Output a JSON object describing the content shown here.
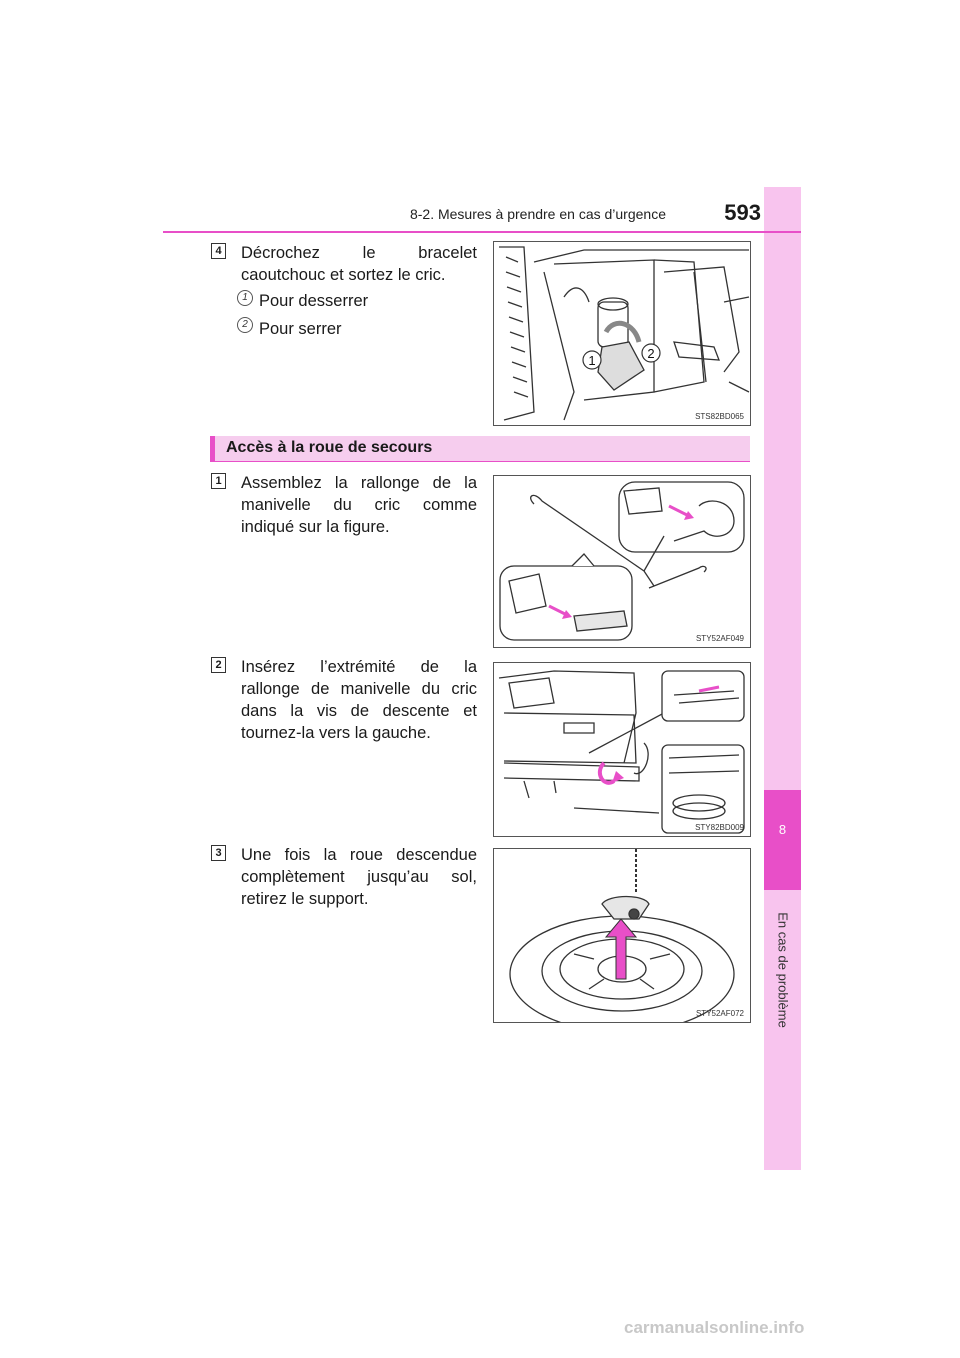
{
  "header": {
    "section_title": "8-2. Mesures à prendre en cas d’urgence",
    "page_number": "593"
  },
  "side_tab": {
    "chapter_number": "8",
    "chapter_label": "En cas de problème"
  },
  "step_4": {
    "marker": "4",
    "text": "Décrochez le bracelet caoutchouc et sortez le cric.",
    "items": [
      {
        "marker": "1",
        "label": "Pour desserrer"
      },
      {
        "marker": "2",
        "label": "Pour serrer"
      }
    ],
    "figure_code": "STS82BD065",
    "callouts": [
      "1",
      "2"
    ]
  },
  "section": {
    "title": "Accès à la roue de secours"
  },
  "steps": [
    {
      "marker": "1",
      "text": "Assemblez la rallonge de la manivelle du cric comme indiqué sur la figure.",
      "figure_code": "STY52AF049"
    },
    {
      "marker": "2",
      "text": "Insérez l’extrémité de la rallonge de manivelle du cric dans la vis de descente et tournez-la vers la gauche.",
      "figure_code": "STY82BD009"
    },
    {
      "marker": "3",
      "text": "Une fois la roue descendue complètement jusqu’au sol, retirez le support.",
      "figure_code": "STY52AF072"
    }
  ],
  "watermark": "carmanualsonline.info",
  "colors": {
    "accent": "#e84fc8",
    "tab_light": "#f8c4ee",
    "section_bg": "#f6cdee"
  }
}
